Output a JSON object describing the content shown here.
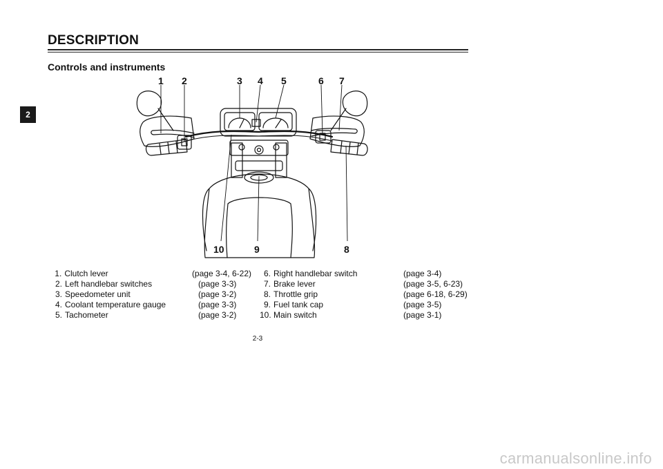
{
  "header": {
    "section_title": "DESCRIPTION",
    "chapter_tab": "2"
  },
  "subtitle": "Controls and instruments",
  "figure": {
    "callouts": [
      "1",
      "2",
      "3",
      "4",
      "5",
      "6",
      "7",
      "10",
      "9",
      "8"
    ]
  },
  "legend": {
    "left": [
      {
        "num": "1.",
        "label": "Clutch lever",
        "page": "(page 3-4, 6-22)"
      },
      {
        "num": "2.",
        "label": "Left handlebar switches",
        "page": "(page 3-3)"
      },
      {
        "num": "3.",
        "label": "Speedometer unit",
        "page": "(page 3-2)"
      },
      {
        "num": "4.",
        "label": "Coolant temperature gauge",
        "page": "(page 3-3)"
      },
      {
        "num": "5.",
        "label": "Tachometer",
        "page": "(page 3-2)"
      }
    ],
    "right": [
      {
        "num": "6.",
        "label": "Right handlebar switch",
        "page": "(page 3-4)"
      },
      {
        "num": "7.",
        "label": "Brake lever",
        "page": "(page 3-5, 6-23)"
      },
      {
        "num": "8.",
        "label": "Throttle grip",
        "page": "(page 6-18, 6-29)"
      },
      {
        "num": "9.",
        "label": "Fuel tank cap",
        "page": "(page 3-5)"
      },
      {
        "num": "10.",
        "label": "Main switch",
        "page": "(page 3-1)"
      }
    ]
  },
  "page_number": "2-3",
  "watermark": "carmanualsonline.info"
}
